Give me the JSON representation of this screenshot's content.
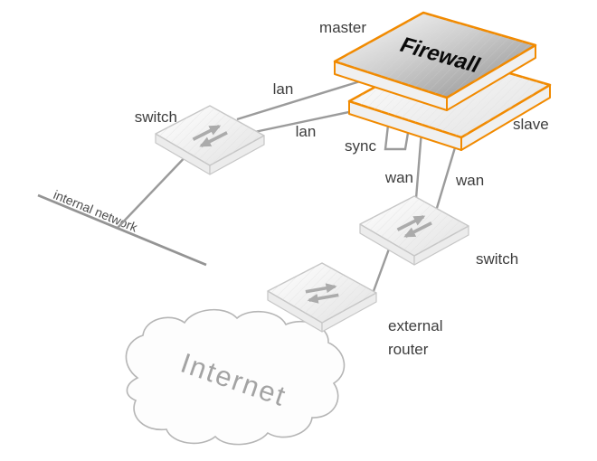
{
  "diagram": {
    "type": "network-topology",
    "nodes": {
      "firewall_master": {
        "title": "Firewall",
        "name_label": "master"
      },
      "firewall_slave": {
        "name_label": "slave"
      },
      "internal_switch": {
        "label": "switch"
      },
      "external_switch": {
        "label": "switch"
      },
      "external_router": {
        "label_line1": "external",
        "label_line2": "router"
      },
      "internal_network": {
        "label": "internal network"
      },
      "internet_cloud": {
        "label": "Internet"
      }
    },
    "links": {
      "lan_upper": {
        "label": "lan"
      },
      "lan_lower": {
        "label": "lan"
      },
      "sync": {
        "label": "sync"
      },
      "wan_left": {
        "label": "wan"
      },
      "wan_right": {
        "label": "wan"
      }
    },
    "colors": {
      "firewall_outline": "#f18a00",
      "connector": "#9b9b9b",
      "device_outline": "#c6c6c6",
      "label_text": "#3d3d3d",
      "internet_text": "#a3a3a3"
    }
  }
}
